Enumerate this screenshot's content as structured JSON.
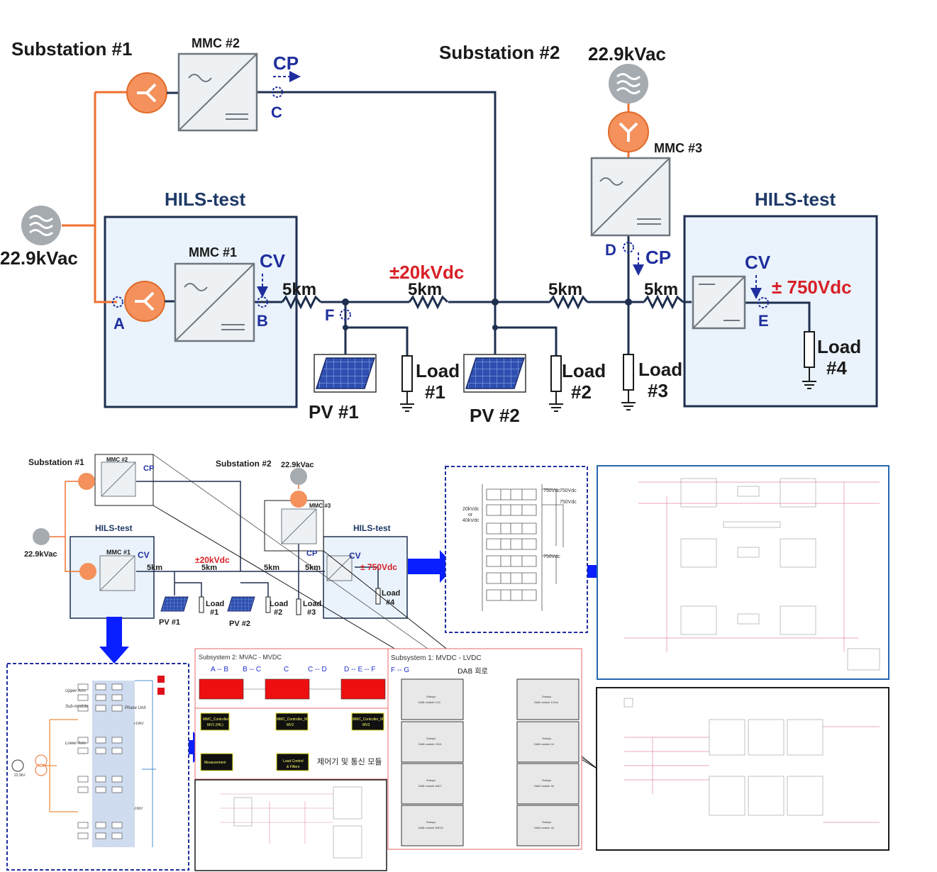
{
  "top": {
    "substation1": "Substation #1",
    "substation2": "Substation #2",
    "mmc1": "MMC #1",
    "mmc2": "MMC  #2",
    "mmc3": "MMC  #3",
    "hils_left": "HILS-test",
    "hils_right": "HILS-test",
    "source_left": "22.9kVac",
    "source_right": "22.9kVac",
    "cp1": "CP",
    "cp2": "CP",
    "cv1": "CV",
    "cv2": "CV",
    "pt_a": "A",
    "pt_b": "B",
    "pt_c": "C",
    "pt_d": "D",
    "pt_e": "E",
    "pt_f": "F",
    "dc_voltage": "±20kVdc",
    "lv_voltage": "± 750Vdc",
    "line1": "5km",
    "line2": "5km",
    "line3": "5km",
    "line4": "5km",
    "load1_a": "Load",
    "load1_b": "#1",
    "load2_a": "Load",
    "load2_b": "#2",
    "load3_a": "Load",
    "load3_b": "#3",
    "load4_a": "Load",
    "load4_b": "#4",
    "pv1": "PV #1",
    "pv2": "PV #2"
  },
  "small": {
    "substation1": "Substation #1",
    "substation2": "Substation #2",
    "mmc1": "MMC #1",
    "mmc2": "MMC #2",
    "mmc3": "MMC #3",
    "hils_left": "HILS-test",
    "hils_right": "HILS-test",
    "source_left": "22.9kVac",
    "source_right": "22.9kVac",
    "cp1": "CP",
    "cp2": "CP",
    "cv1": "CV",
    "cv2": "CV",
    "dc_voltage": "±20kVdc",
    "lv_voltage": "± 750Vdc",
    "line1": "5km",
    "line2": "5km",
    "line3": "5km",
    "line4": "5km",
    "load1_a": "Load",
    "load1_b": "#1",
    "load2_a": "Load",
    "load2_b": "#2",
    "load3_a": "Load",
    "load3_b": "#3",
    "load4_a": "Load",
    "load4_b": "#4",
    "pv1": "PV #1",
    "pv2": "PV #2"
  },
  "dab_panel": {
    "v1": "750Vdc",
    "v2": "750Vdc",
    "v3": "750Vdc",
    "v4": "750Vdc",
    "hv_a": "20kVdc",
    "hv_b": "or",
    "hv_c": "40kVdc"
  },
  "subsystem2": {
    "title": "Subsystem 2: MVAC - MVDC",
    "cols": [
      "A -- B",
      "B -- C",
      "C",
      "C -- D",
      "D -- E -- F"
    ],
    "ctrl1_a": "MMC_Controller",
    "ctrl1_b": "MV1 (HIL)",
    "ctrl2_a": "MMC_Controller_MV",
    "ctrl2_b": "MV2",
    "ctrl3_a": "MMC_Controller_MV",
    "ctrl3_b": "MV3",
    "measurement": "Measurement",
    "load_ctrl_a": "Load Control",
    "load_ctrl_b": "& Filters",
    "korean_label": "제어기 및 통신 모듈"
  },
  "subsystem1": {
    "title": "Subsystem 1: MVDC - LVDC",
    "col": "F -- G",
    "dab_label": "DAB 회로",
    "blocks_left": [
      {
        "a": "Subsys",
        "b": "DAB module 1/11"
      },
      {
        "a": "Subsys",
        "b": "DAB module 2/3/4"
      },
      {
        "a": "Subsys",
        "b": "DAB module 6/8/7"
      },
      {
        "a": "Subsys",
        "b": "DAB module 8/9/10"
      }
    ],
    "blocks_right": [
      {
        "a": "Subsys",
        "b": "DAB module 1/11m"
      },
      {
        "a": "Subsys",
        "b": "DAB module 2n"
      },
      {
        "a": "Subsys",
        "b": "DAB module 3n"
      },
      {
        "a": "Subsys",
        "b": "DAB module 4n"
      }
    ]
  },
  "mmc_detail": {
    "upper_arm": "Upper Arm",
    "sub_module": "Sub-module",
    "lower_arm": "Lower Arm",
    "phase_unit": "Phase Unit",
    "src": "22.9kV",
    "v_pos": "+10kV",
    "v_neg": "-10kV"
  },
  "colors": {
    "navy": "#1e2f4f",
    "orange": "#f07030",
    "blue_text": "#1f2f9e",
    "red_text": "#d81f26",
    "hils_fill": "#eaf3fb",
    "arrow_blue": "#0a1fff"
  }
}
